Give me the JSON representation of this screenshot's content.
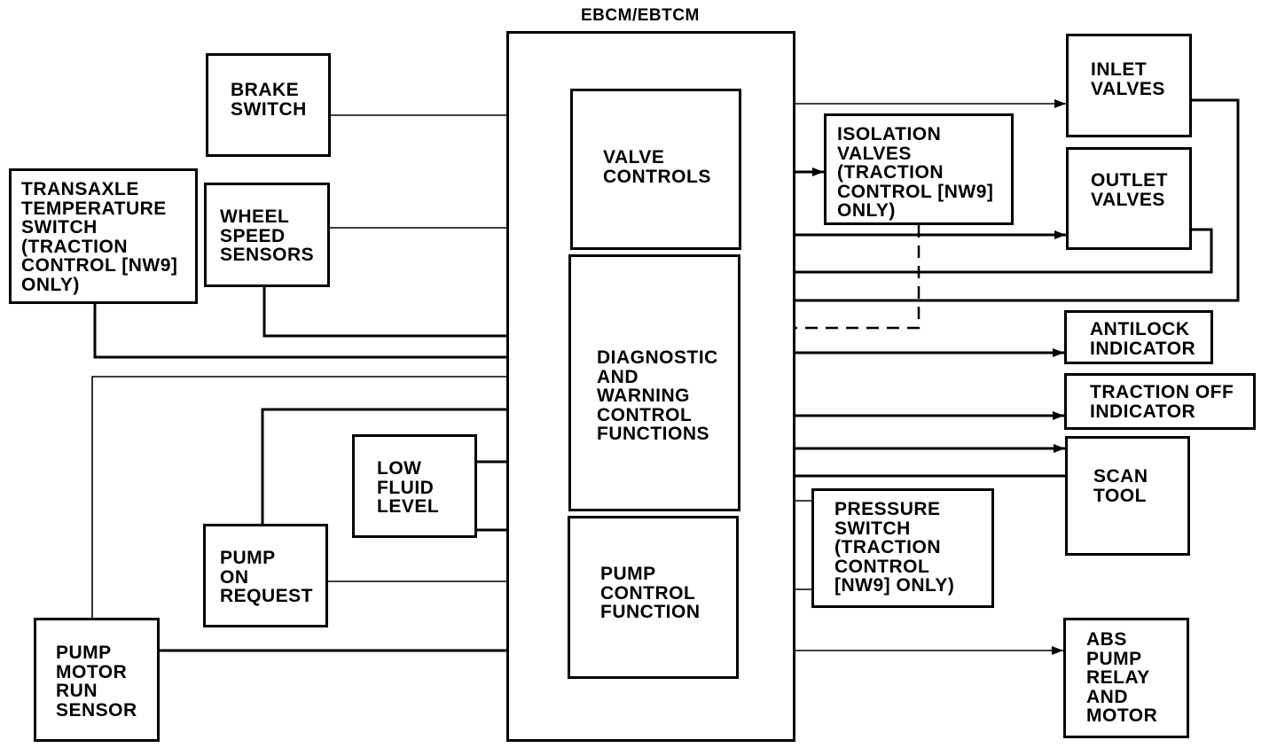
{
  "diagram": {
    "title": "EBCM/EBTCM",
    "blocks": {
      "brake_switch": "BRAKE\nSWITCH",
      "transaxle_temp_switch": "TRANSAXLE\nTEMPERATURE\nSWITCH\n(TRACTION\nCONTROL [NW9]\nONLY)",
      "wheel_speed_sensors": "WHEEL\nSPEED\nSENSORS",
      "low_fluid_level": "LOW\nFLUID\nLEVEL",
      "pump_on_request": "PUMP\nON\nREQUEST",
      "pump_motor_run_sensor": "PUMP\nMOTOR\nRUN\nSENSOR",
      "valve_controls": "VALVE\nCONTROLS",
      "diagnostic_warning": "DIAGNOSTIC\nAND\nWARNING\nCONTROL\nFUNCTIONS",
      "pump_control_function": "PUMP\nCONTROL\nFUNCTION",
      "isolation_valves": "ISOLATION\nVALVES\n(TRACTION\nCONTROL [NW9]\nONLY)",
      "pressure_switch": "PRESSURE\nSWITCH\n(TRACTION\nCONTROL\n[NW9] ONLY)",
      "inlet_valves": "INLET\nVALVES",
      "outlet_valves": "OUTLET\nVALVES",
      "antilock_indicator": "ANTILOCK\nINDICATOR",
      "traction_off_indicator": "TRACTION OFF\nINDICATOR",
      "scan_tool": "SCAN\nTOOL",
      "abs_pump_relay_motor": "ABS\nPUMP\nRELAY\nAND\nMOTOR"
    }
  }
}
